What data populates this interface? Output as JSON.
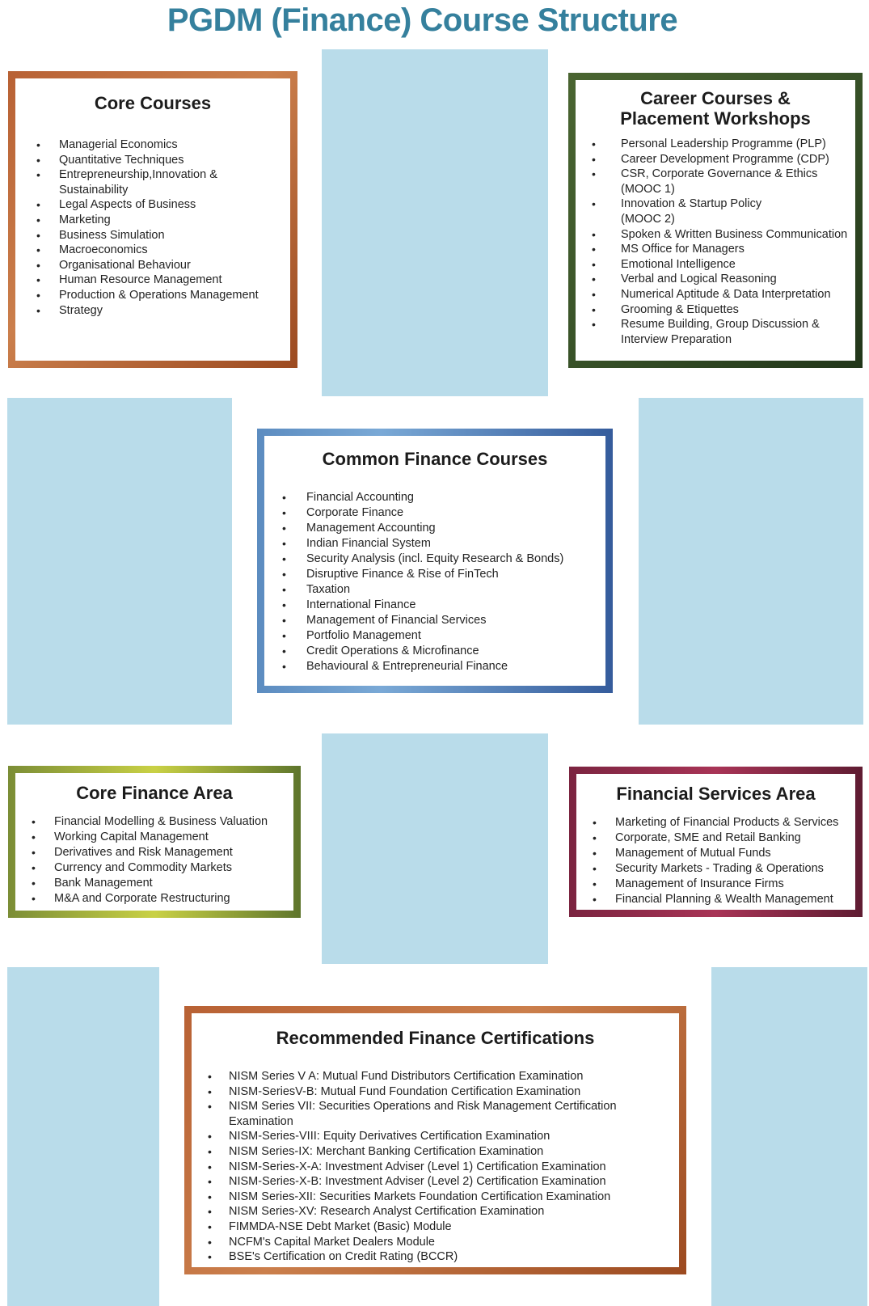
{
  "title": "PGDM (Finance) Course Structure",
  "colors": {
    "title_teal": "#35809d",
    "background_block_blue": "#b9dcea",
    "core_courses_border": "#b2592b",
    "career_border": "#3a5429",
    "common_finance_border": "#5c8cc0",
    "core_finance_border": "#8a9c3a",
    "financial_services_border": "#8f2c4b",
    "certifications_border": "#b2592b",
    "body_text": "#232323"
  },
  "boxes": {
    "core_courses": {
      "title": "Core Courses",
      "items": [
        "Managerial Economics",
        "Quantitative Techniques",
        "Entrepreneurship,Innovation & Sustainability",
        "Legal Aspects of Business",
        "Marketing",
        "Business Simulation",
        "Macroeconomics",
        "Organisational Behaviour",
        "Human Resource Management",
        "Production & Operations Management",
        "Strategy"
      ]
    },
    "career_courses": {
      "title": "Career Courses &\nPlacement Workshops",
      "items": [
        "Personal Leadership Programme (PLP)",
        "Career Development Programme (CDP)",
        "CSR, Corporate Governance & Ethics\n(MOOC 1)",
        "Innovation & Startup Policy\n(MOOC 2)",
        "Spoken & Written Business Communication",
        "MS Office for Managers",
        "Emotional Intelligence",
        "Verbal and Logical Reasoning",
        "Numerical Aptitude & Data Interpretation",
        "Grooming & Etiquettes",
        "Resume Building, Group Discussion &\nInterview Preparation"
      ]
    },
    "common_finance": {
      "title": "Common Finance Courses",
      "items": [
        "Financial Accounting",
        "Corporate Finance",
        "Management Accounting",
        "Indian Financial System",
        "Security Analysis (incl. Equity Research & Bonds)",
        "Disruptive Finance & Rise of FinTech",
        "Taxation",
        "International Finance",
        "Management of Financial Services",
        "Portfolio Management",
        "Credit Operations & Microfinance",
        "Behavioural & Entrepreneurial Finance"
      ]
    },
    "core_finance": {
      "title": "Core Finance Area",
      "items": [
        "Financial Modelling & Business Valuation",
        "Working Capital Management",
        "Derivatives and Risk Management",
        "Currency and Commodity Markets",
        "Bank Management",
        "M&A and Corporate Restructuring"
      ]
    },
    "financial_services": {
      "title": "Financial Services Area",
      "items": [
        "Marketing of Financial Products & Services",
        "Corporate, SME and Retail Banking",
        "Management of Mutual Funds",
        "Security Markets - Trading & Operations",
        "Management of Insurance Firms",
        "Financial Planning & Wealth Management"
      ]
    },
    "certifications": {
      "title": "Recommended Finance Certifications",
      "items": [
        "NISM Series V A: Mutual Fund Distributors Certification Examination",
        "NISM-SeriesV-B: Mutual Fund Foundation Certification Examination",
        "NISM Series VII: Securities Operations and Risk Management Certification\nExamination",
        "NISM-Series-VIII: Equity Derivatives Certification Examination",
        "NISM Series-IX: Merchant Banking Certification Examination",
        "NISM-Series-X-A: Investment Adviser (Level 1) Certification Examination",
        "NISM-Series-X-B: Investment Adviser (Level 2) Certification Examination",
        "NISM Series-XII: Securities Markets Foundation Certification Examination",
        "NISM Series-XV: Research Analyst Certification Examination",
        "FIMMDA-NSE Debt Market (Basic) Module",
        "NCFM's Capital Market Dealers Module",
        "BSE's Certification on Credit Rating (BCCR)"
      ]
    }
  }
}
